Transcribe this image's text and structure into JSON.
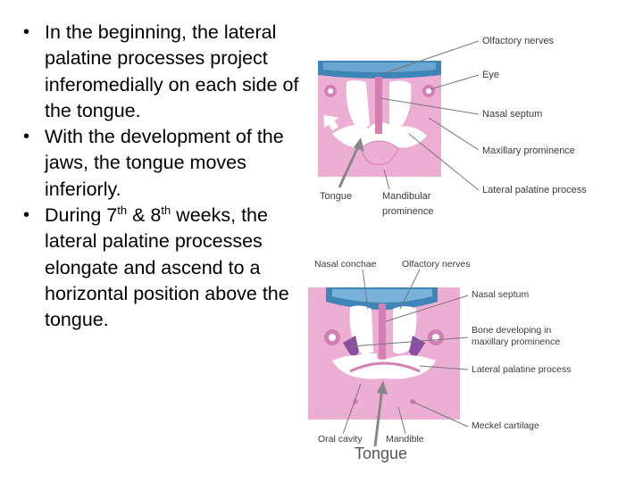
{
  "bullets": [
    {
      "text": "In the beginning, the lateral palatine processes project inferomedially on each side of the tongue."
    },
    {
      "text": "With the development of the jaws, the tongue moves inferiorly."
    },
    {
      "pre": "During 7",
      "sup1": "th",
      "mid": " & 8",
      "sup2": "th",
      "post": " weeks, the lateral palatine processes elongate and ascend to a horizontal position above the tongue."
    }
  ],
  "bullet_glyph": "•",
  "figure_top": {
    "labels": {
      "olfactory_nerves": "Olfactory nerves",
      "eye": "Eye",
      "nasal_septum": "Nasal septum",
      "maxillary_prominence": "Maxillary prominence",
      "lateral_palatine_process": "Lateral palatine process",
      "tongue": "Tongue",
      "mandibular_line1": "Mandibular",
      "mandibular_line2": "prominence"
    }
  },
  "figure_bottom": {
    "labels": {
      "nasal_conchae": "Nasal conchae",
      "olfactory_nerves": "Olfactory nerves",
      "nasal_septum": "Nasal septum",
      "bone_line1": "Bone developing in",
      "bone_line2": "maxillary prominence",
      "lateral_palatine_process": "Lateral palatine process",
      "meckel_cartilage": "Meckel cartilage",
      "oral_cavity": "Oral cavity",
      "mandible": "Mandible"
    }
  },
  "tongue_caption": "Tongue",
  "colors": {
    "tissue": "#e9a9cf",
    "tissue_dark": "#d47fb3",
    "brain": "#3f86b8",
    "cavity": "#ffffff",
    "arrow": "#888888"
  }
}
